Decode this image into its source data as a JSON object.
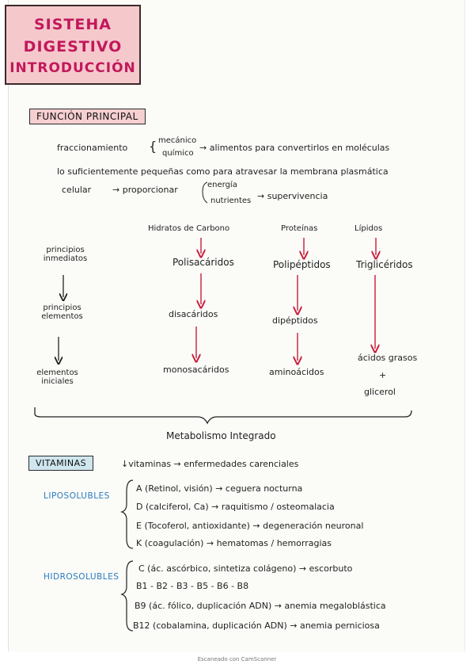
{
  "title": {
    "line1": "SISTEHA",
    "line2": "DIGESTIVO",
    "line3": "INTRODUCCIÓN"
  },
  "funcion": {
    "tag": "FUNCIÓN PRINCIPAL",
    "line1_pre": "fraccionamiento",
    "brace_top": "mecánico",
    "brace_bottom": "químico",
    "line1_post": "→ alimentos para convertirlos en moléculas",
    "line2": "lo suficientemente pequeñas como para atravesar la membrana plasmática",
    "line3_pre": "celular",
    "line3_arrow": "→ proporcionar",
    "line3_top": "energía",
    "line3_bottom": "nutrientes",
    "line3_post": "→ supervivencia"
  },
  "diagram": {
    "left_top": [
      "principios",
      "inmediatos"
    ],
    "left_mid": [
      "principios",
      "elementos"
    ],
    "left_bottom": [
      "elementos",
      "iniciales"
    ],
    "col_headers": [
      "Hidratos de Carbono",
      "Proteínas",
      "Lípidos"
    ],
    "col_row1": [
      "Polisacáridos",
      "Polipéptidos",
      "Triglicéridos"
    ],
    "col_row2": [
      "disacáridos",
      "dipéptidos"
    ],
    "col_row3": [
      "monosacáridos",
      "aminoácidos",
      "ácidos grasos"
    ],
    "plus": "+",
    "glycerol": "glicerol",
    "brace_label": "Metabolismo Integrado"
  },
  "vitaminas": {
    "tag": "VITAMINAS",
    "header": "↓vitaminas → enfermedades carenciales",
    "lipo_label": "LIPOSOLUBLES",
    "lipo_items": [
      "A (Retinol, visión) → ceguera nocturna",
      "D (calciferol, Ca) → raquitismo / osteomalacia",
      "E (Tocoferol, antioxidante) → degeneración neuronal",
      "K (coagulación) → hematomas / hemorragias"
    ],
    "hidro_label": "HIDROSOLUBLES",
    "hidro_items": [
      "C (ác. ascórbico, sintetiza colágeno) → escorbuto",
      "B1 - B2 - B3 - B5 - B6 - B8",
      "B9 (ác. fólico, duplicación ADN) → anemia megaloblástica",
      "B12 (cobalamina, duplicación ADN) → anemia perniciosa"
    ]
  },
  "footer": "Escaneado con CamScanner"
}
